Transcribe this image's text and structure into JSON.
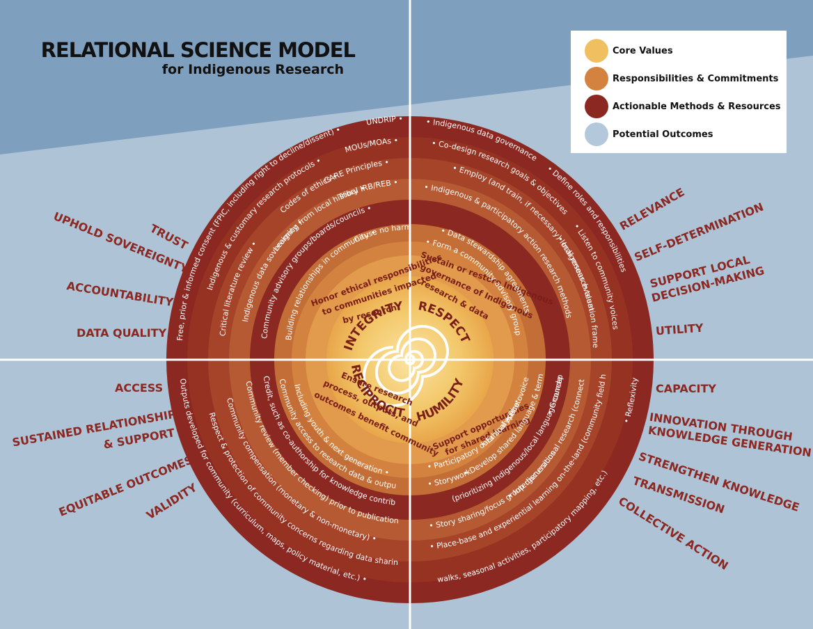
{
  "title": "RELATIONAL SCIENCE MODEL",
  "subtitle": "for Indigenous Research",
  "legend": [
    {
      "label": "Core Values",
      "color": "#f0c060"
    },
    {
      "label": "Responsibilities & Commitments",
      "color": "#d4823f"
    },
    {
      "label": "Actionable Methods & Resources",
      "color": "#8a2821"
    },
    {
      "label": "Potential Outcomes",
      "color": "#b4c8db"
    }
  ],
  "core_values": [
    "INTEGRITY",
    "RESPECT",
    "RECIPROCITY",
    "HUMILITY"
  ],
  "responsibilities": {
    "top_left": [
      "Honor ethical responsibilities",
      "to communities impacted",
      "by research"
    ],
    "top_right": [
      "Sustain or restore Indigenous",
      "governance of Indigenous",
      "research & data"
    ],
    "bottom_left": [
      "Ensure research",
      "process, outputs, and",
      "outcomes benefit community"
    ],
    "bottom_right": [
      "Support opportunities",
      "for shared learning"
    ]
  },
  "methods": {
    "top_left": [
      "UNDRIP •",
      "Free, prior & informed consent (FPIC, including right to decline/dissent) •",
      "Indigenous & customary research protocols •",
      "MOUs/MOAs •",
      "Critical literature review •",
      "Codes of ethics •",
      "Indigenous data sovereignty •",
      "CARE Principles •",
      "Tribal IRB/REB •",
      "Learning from local history •",
      "Community advisory groups/boards/councils •",
      "Cause no harm •",
      "Building relationships in community •"
    ],
    "top_right": [
      "• Indigenous data governance",
      "• Co-design research goals & objectives",
      "• Employ (and train, if necessary) local research team",
      "• Define roles and responsibilities",
      "• Indigenous & participatory action research methods",
      "• Listen to community voices",
      "• Indigenous evaluation frameworks",
      "• Data stewardship agreements",
      "• Form a community advisory group"
    ],
    "bottom_left": [
      "Outputs developed for community (curriculum, maps, policy material, etc.) •",
      "Respect & protection of community concerns regarding data sharing •",
      "Community compensation (monetary & non-monetary) •",
      "Community review (member checking) prior to publication •",
      "Credit, such as co-authorship for knowledge contributions •",
      "Community access to research data & outputs •",
      "Including youth & next generation •"
    ],
    "bottom_right": [
      "• Reflexivity",
      "• Grounded theory",
      "• Photovoice",
      "• Ethical space",
      "• Participatory data analysis",
      "• Storywork",
      "• Develop shared language & terminology",
      "(prioritizing Indigenous/local language concepts",
      "• Story sharing/focus group discussions",
      "• Intergenerational research (connect elders & youth)",
      "• Place-base and experiential learning on-the-land (community field hikes, transect",
      "walks, seasonal activities, participatory mapping, etc.)"
    ]
  },
  "outcomes": {
    "left": [
      "TRUST",
      "UPHOLD SOVEREIGNTY",
      "ACCOUNTABILITY",
      "DATA QUALITY",
      "ACCESS",
      "SUSTAINED RELATIONSHIPS",
      "& SUPPORT",
      "EQUITABLE OUTCOMES",
      "VALIDITY"
    ],
    "right": [
      "RELEVANCE",
      "SELF-DETERMINATION",
      "SUPPORT LOCAL",
      "DECISION-MAKING",
      "UTILITY",
      "CAPACITY",
      "INNOVATION THROUGH",
      "KNOWLEDGE GENERATION",
      "STRENGTHEN KNOWLEDGE",
      "TRANSMISSION",
      "COLLECTIVE ACTION"
    ]
  },
  "colors": {
    "background_light": "#aec3d6",
    "background_dark": "#7f9fbf",
    "core": "#f3c86b",
    "responsibilities": "#d4823f",
    "methods": "#8a2821",
    "outcome_text": "#8a2821"
  }
}
